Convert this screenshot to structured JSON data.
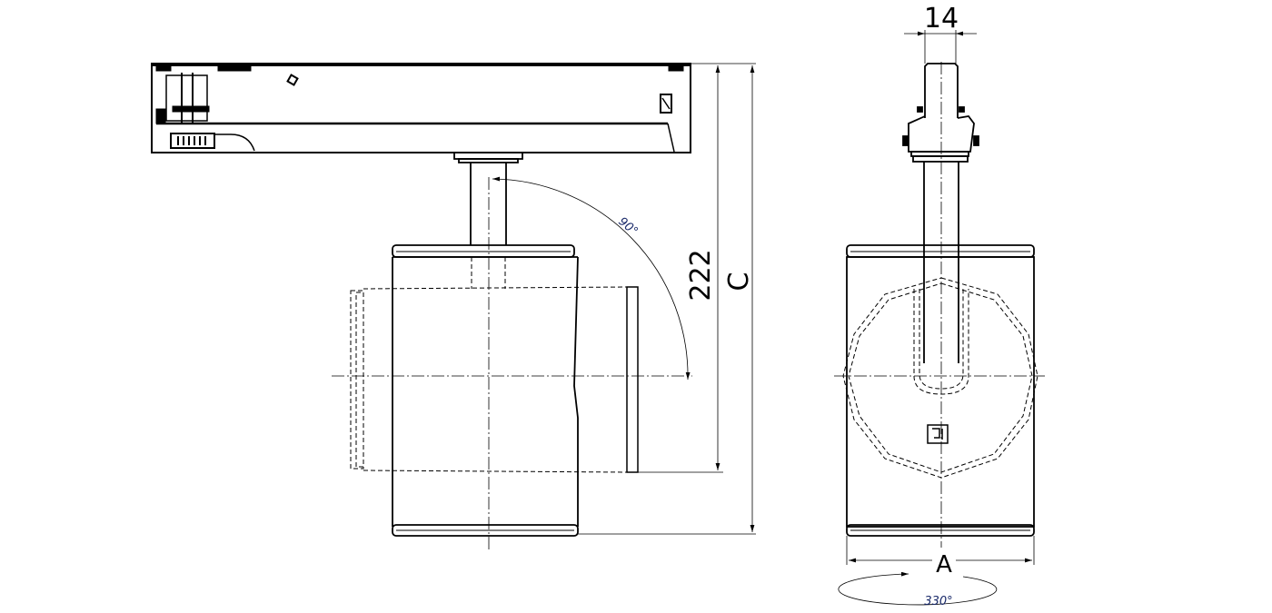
{
  "dimensions": {
    "width_adapter": "14",
    "height_side": "222",
    "height_total": "C",
    "width_body": "A",
    "tilt_angle": "90°",
    "rotation_angle": "330°"
  },
  "colors": {
    "line": "#000000",
    "annotation": "#1a2a6a"
  }
}
